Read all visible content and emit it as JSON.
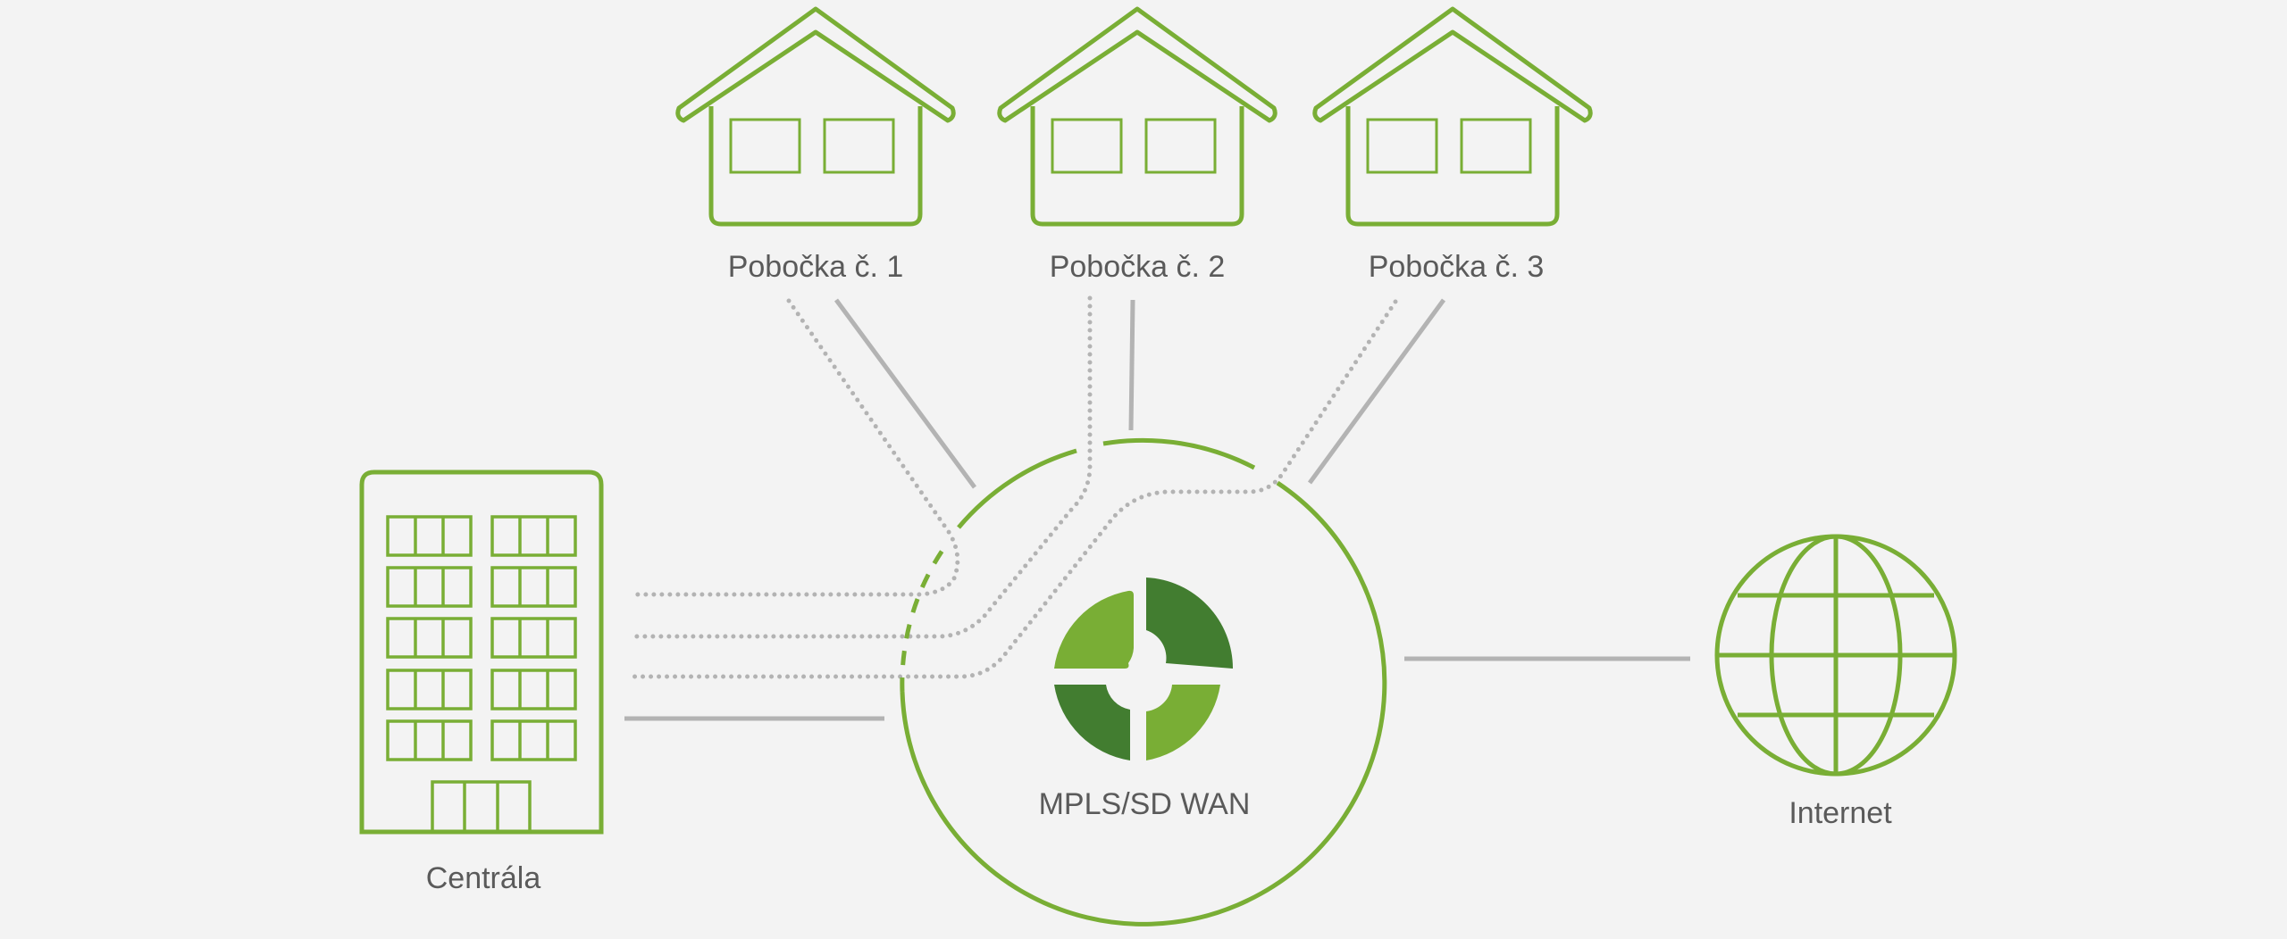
{
  "diagram": {
    "branches": [
      {
        "label": "Pobočka č. 1"
      },
      {
        "label": "Pobočka č. 2"
      },
      {
        "label": "Pobočka č. 3"
      }
    ],
    "headquarters": {
      "label": "Centrála"
    },
    "network": {
      "label": "MPLS/SD WAN"
    },
    "internet": {
      "label": "Internet"
    },
    "colors": {
      "background": "#f3f3f3",
      "accent_green": "#79ae35",
      "dark_green": "#427d30",
      "connector_gray": "#b3b3b3",
      "text": "#5a5a5a"
    },
    "icons": [
      "house-icon",
      "office-building-icon",
      "network-logo-icon",
      "globe-icon"
    ]
  }
}
